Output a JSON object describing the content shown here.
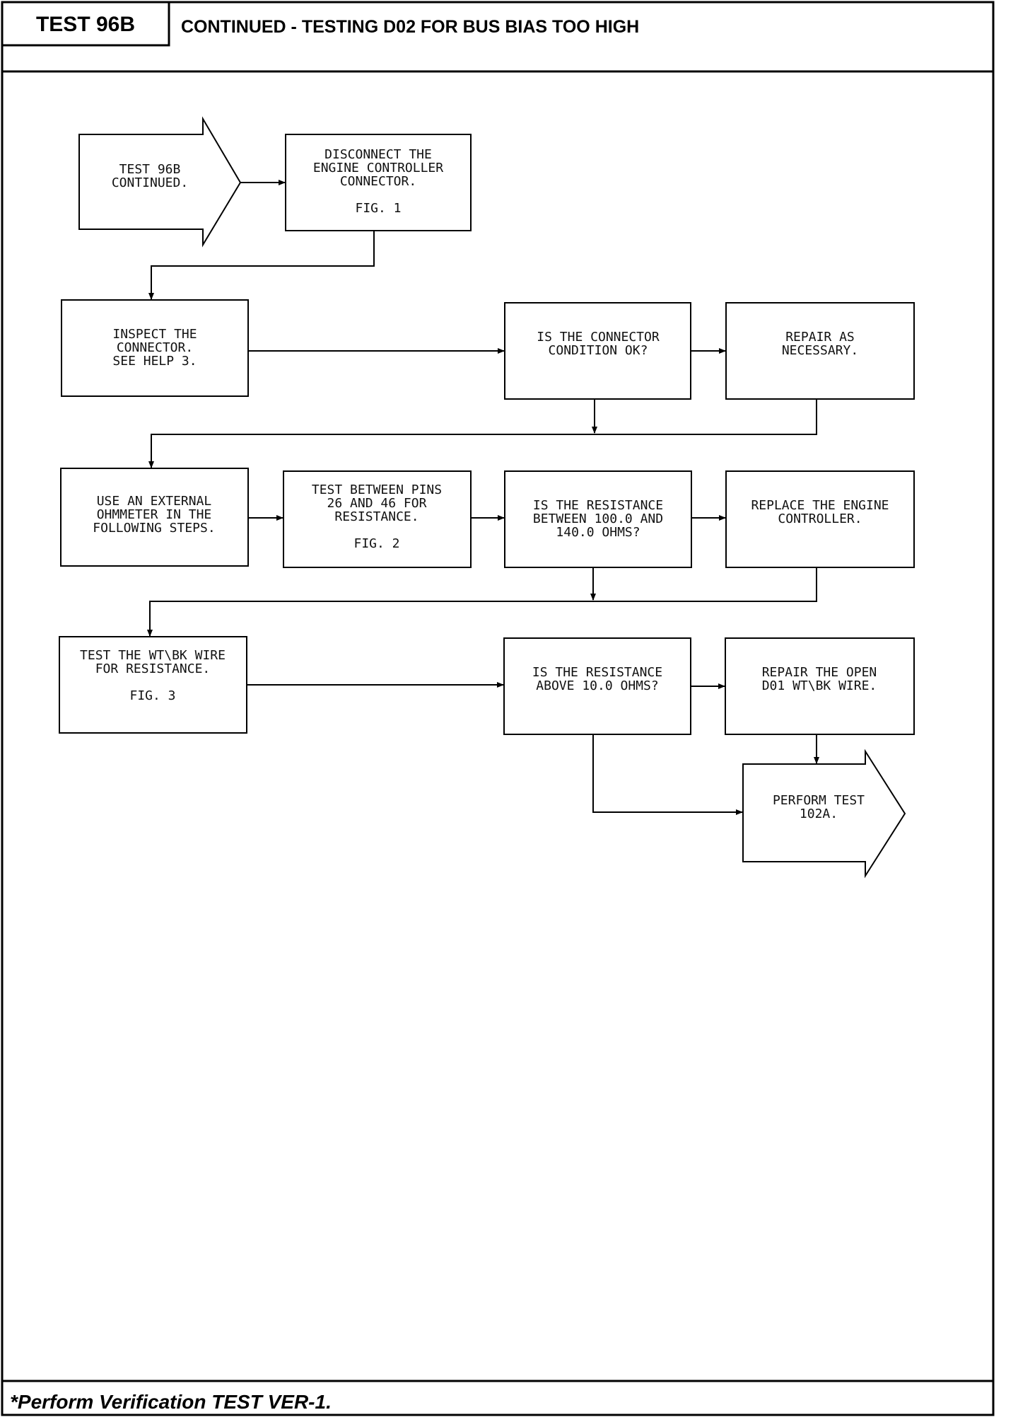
{
  "header": {
    "test_id": "TEST 96B",
    "title": "CONTINUED - TESTING D02 FOR BUS BIAS TOO HIGH"
  },
  "footer": {
    "note": "*Perform Verification TEST VER-1."
  },
  "nodes": {
    "start": {
      "lines": [
        "TEST 96B",
        "CONTINUED."
      ]
    },
    "disconnect": {
      "lines": [
        "DISCONNECT THE",
        "ENGINE CONTROLLER",
        "CONNECTOR.",
        "",
        "FIG. 1"
      ]
    },
    "inspect": {
      "lines": [
        "INSPECT THE",
        "CONNECTOR.",
        "SEE HELP 3."
      ]
    },
    "connector_ok": {
      "lines": [
        "IS THE CONNECTOR",
        "CONDITION OK?"
      ]
    },
    "repair": {
      "lines": [
        "REPAIR AS",
        "NECESSARY."
      ]
    },
    "ohmmeter": {
      "lines": [
        "USE AN EXTERNAL",
        "OHMMETER IN THE",
        "FOLLOWING STEPS."
      ]
    },
    "test_pins": {
      "lines": [
        "TEST BETWEEN PINS",
        "26 AND 46 FOR",
        "RESISTANCE.",
        "",
        "FIG. 2"
      ]
    },
    "resistance_range": {
      "lines": [
        "IS THE RESISTANCE",
        "BETWEEN 100.0 AND",
        "140.0 OHMS?"
      ]
    },
    "replace": {
      "lines": [
        "REPLACE THE ENGINE",
        "CONTROLLER."
      ]
    },
    "test_wire": {
      "lines": [
        "TEST THE WT\\BK WIRE",
        "FOR RESISTANCE.",
        "",
        "",
        "FIG. 3"
      ]
    },
    "resistance_above": {
      "lines": [
        "IS THE RESISTANCE",
        "ABOVE 10.0 OHMS?"
      ]
    },
    "repair_open": {
      "lines": [
        "REPAIR THE OPEN",
        "D01 WT\\BK WIRE."
      ]
    },
    "perform": {
      "lines": [
        "PERFORM TEST",
        "102A."
      ]
    }
  }
}
